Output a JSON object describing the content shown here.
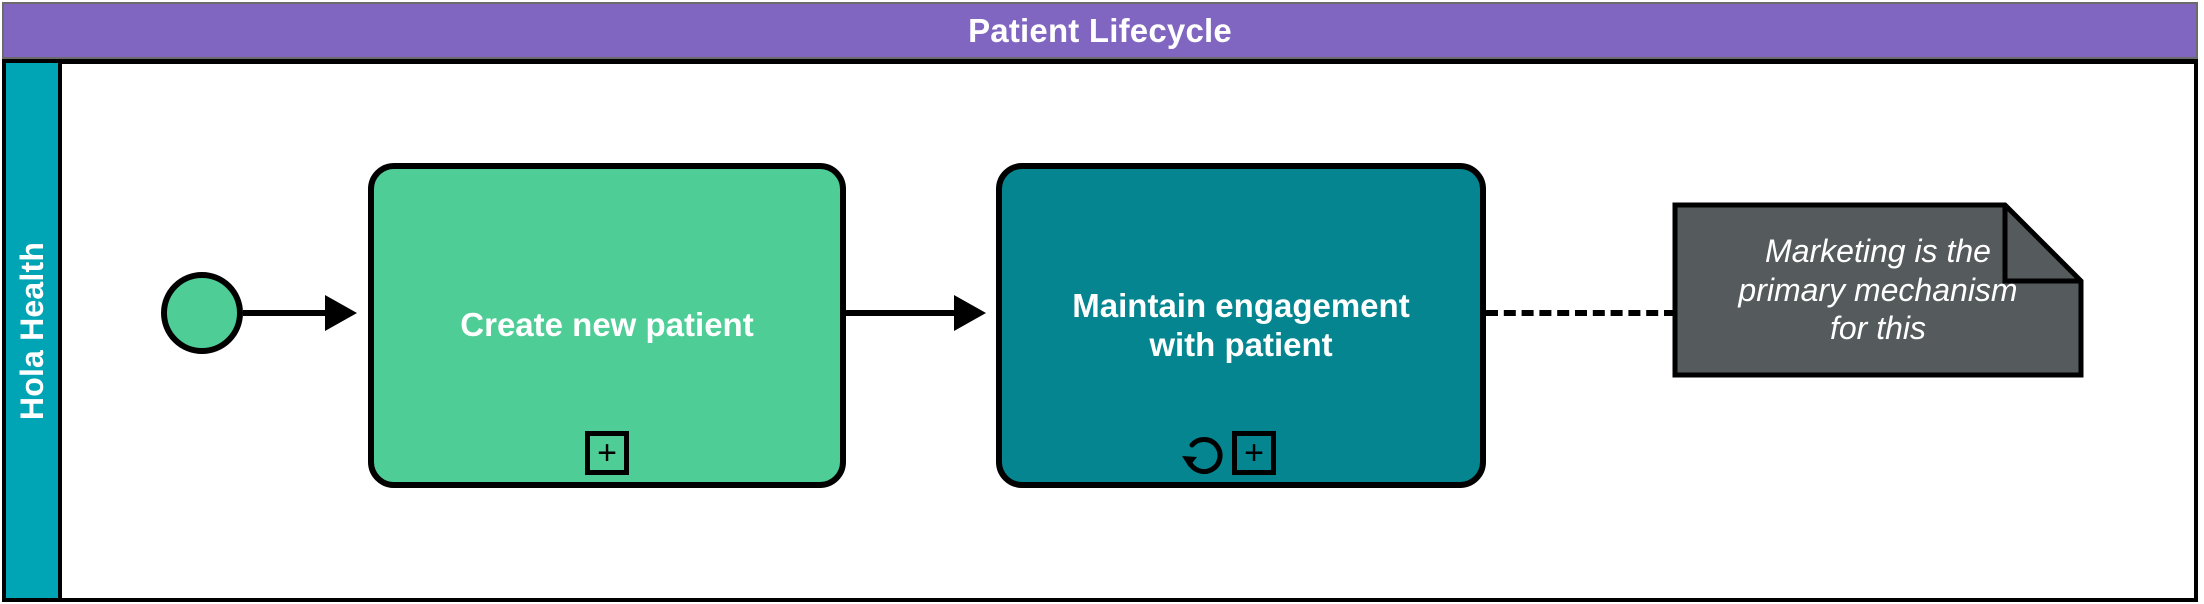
{
  "diagram": {
    "type": "bpmn-process-diagram",
    "pool": {
      "title": "Patient Lifecycle",
      "header_color": "#8066C0",
      "header_text_color": "#ffffff",
      "border_color": "#000000"
    },
    "lane": {
      "label": "Hola Health",
      "color": "#00A5B5",
      "text_color": "#ffffff",
      "orientation": "vertical"
    },
    "nodes": [
      {
        "id": "start-event",
        "kind": "start-event",
        "label": "",
        "fill": "#4ECD96",
        "stroke": "#000000"
      },
      {
        "id": "task-create-new-patient",
        "kind": "sub-process",
        "label": "Create new patient",
        "fill": "#4ECD96",
        "text_color": "#ffffff",
        "markers": [
          "sub-process-plus"
        ]
      },
      {
        "id": "task-maintain-engagement",
        "kind": "sub-process",
        "label": "Maintain engagement\nwith patient",
        "fill": "#04858F",
        "text_color": "#ffffff",
        "markers": [
          "loop",
          "sub-process-plus"
        ]
      },
      {
        "id": "annotation-marketing",
        "kind": "text-annotation",
        "label": "Marketing is the\nprimary mechanism\nfor this",
        "fill": "#555A5C",
        "text_color": "#ffffff",
        "text_style": "italic"
      }
    ],
    "edges": [
      {
        "id": "flow-start-to-create",
        "kind": "sequence-flow",
        "style": "solid",
        "arrowhead": "filled-triangle",
        "from": "start-event",
        "to": "task-create-new-patient"
      },
      {
        "id": "flow-create-to-maintain",
        "kind": "sequence-flow",
        "style": "solid",
        "arrowhead": "filled-triangle",
        "from": "task-create-new-patient",
        "to": "task-maintain-engagement"
      },
      {
        "id": "assoc-maintain-to-annotation",
        "kind": "association",
        "style": "dashed",
        "arrowhead": "none",
        "from": "task-maintain-engagement",
        "to": "annotation-marketing"
      }
    ],
    "markers": {
      "plus_glyph": "+"
    }
  }
}
